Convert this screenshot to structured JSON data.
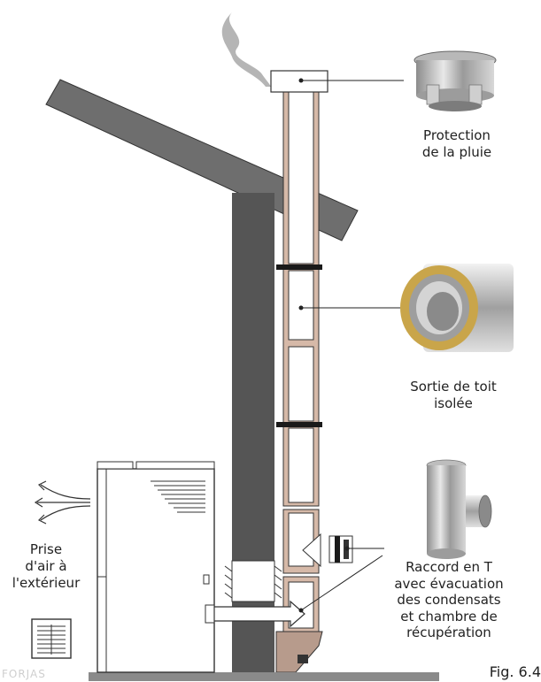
{
  "labels": {
    "rain_protection": [
      "Protection",
      "de la pluie"
    ],
    "insulated_roof_outlet": [
      "Sortie de toit",
      "isolée"
    ],
    "t_fitting": [
      "Raccord en T",
      "avec évacuation",
      "des condensats",
      "et chambre de",
      "récupération"
    ],
    "outside_air_intake": [
      "Prise",
      "d'air à",
      "l'extérieur"
    ]
  },
  "figure_label": "Fig. 6.4",
  "watermark": "FORJAS",
  "colors": {
    "roof": "#6e6e6e",
    "chimney_wall": "#555555",
    "flue_pipe": "#d6b9a8",
    "band": "#1a1a1a",
    "floor": "#8a8a8a",
    "outline": "#333333"
  }
}
